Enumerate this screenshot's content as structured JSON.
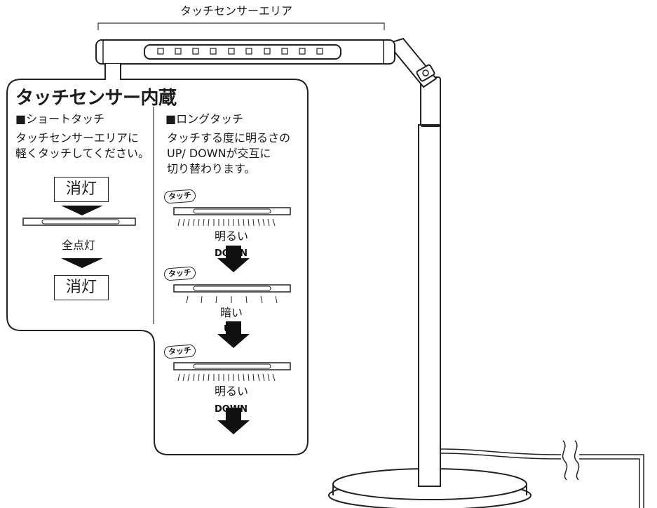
{
  "sensor_area_label": "タッチセンサーエリア",
  "panel": {
    "title": "タッチセンサー内蔵",
    "short_touch": {
      "heading": "■ショートタッチ",
      "lines": [
        "タッチセンサーエリアに",
        "軽くタッチしてください。"
      ],
      "states": [
        "消灯",
        "全点灯",
        "消灯"
      ]
    },
    "long_touch": {
      "heading": "■ロングタッチ",
      "lines": [
        "タッチする度に明るさの",
        "UP/ DOWNが交互に",
        "切り替わります。"
      ],
      "steps": [
        {
          "tap": "タッチ",
          "state": "明るい",
          "direction": "DOWN"
        },
        {
          "tap": "タッチ",
          "state": "暗い",
          "direction": "UP"
        },
        {
          "tap": "タッチ",
          "state": "明るい",
          "direction": "DOWN"
        }
      ]
    }
  }
}
